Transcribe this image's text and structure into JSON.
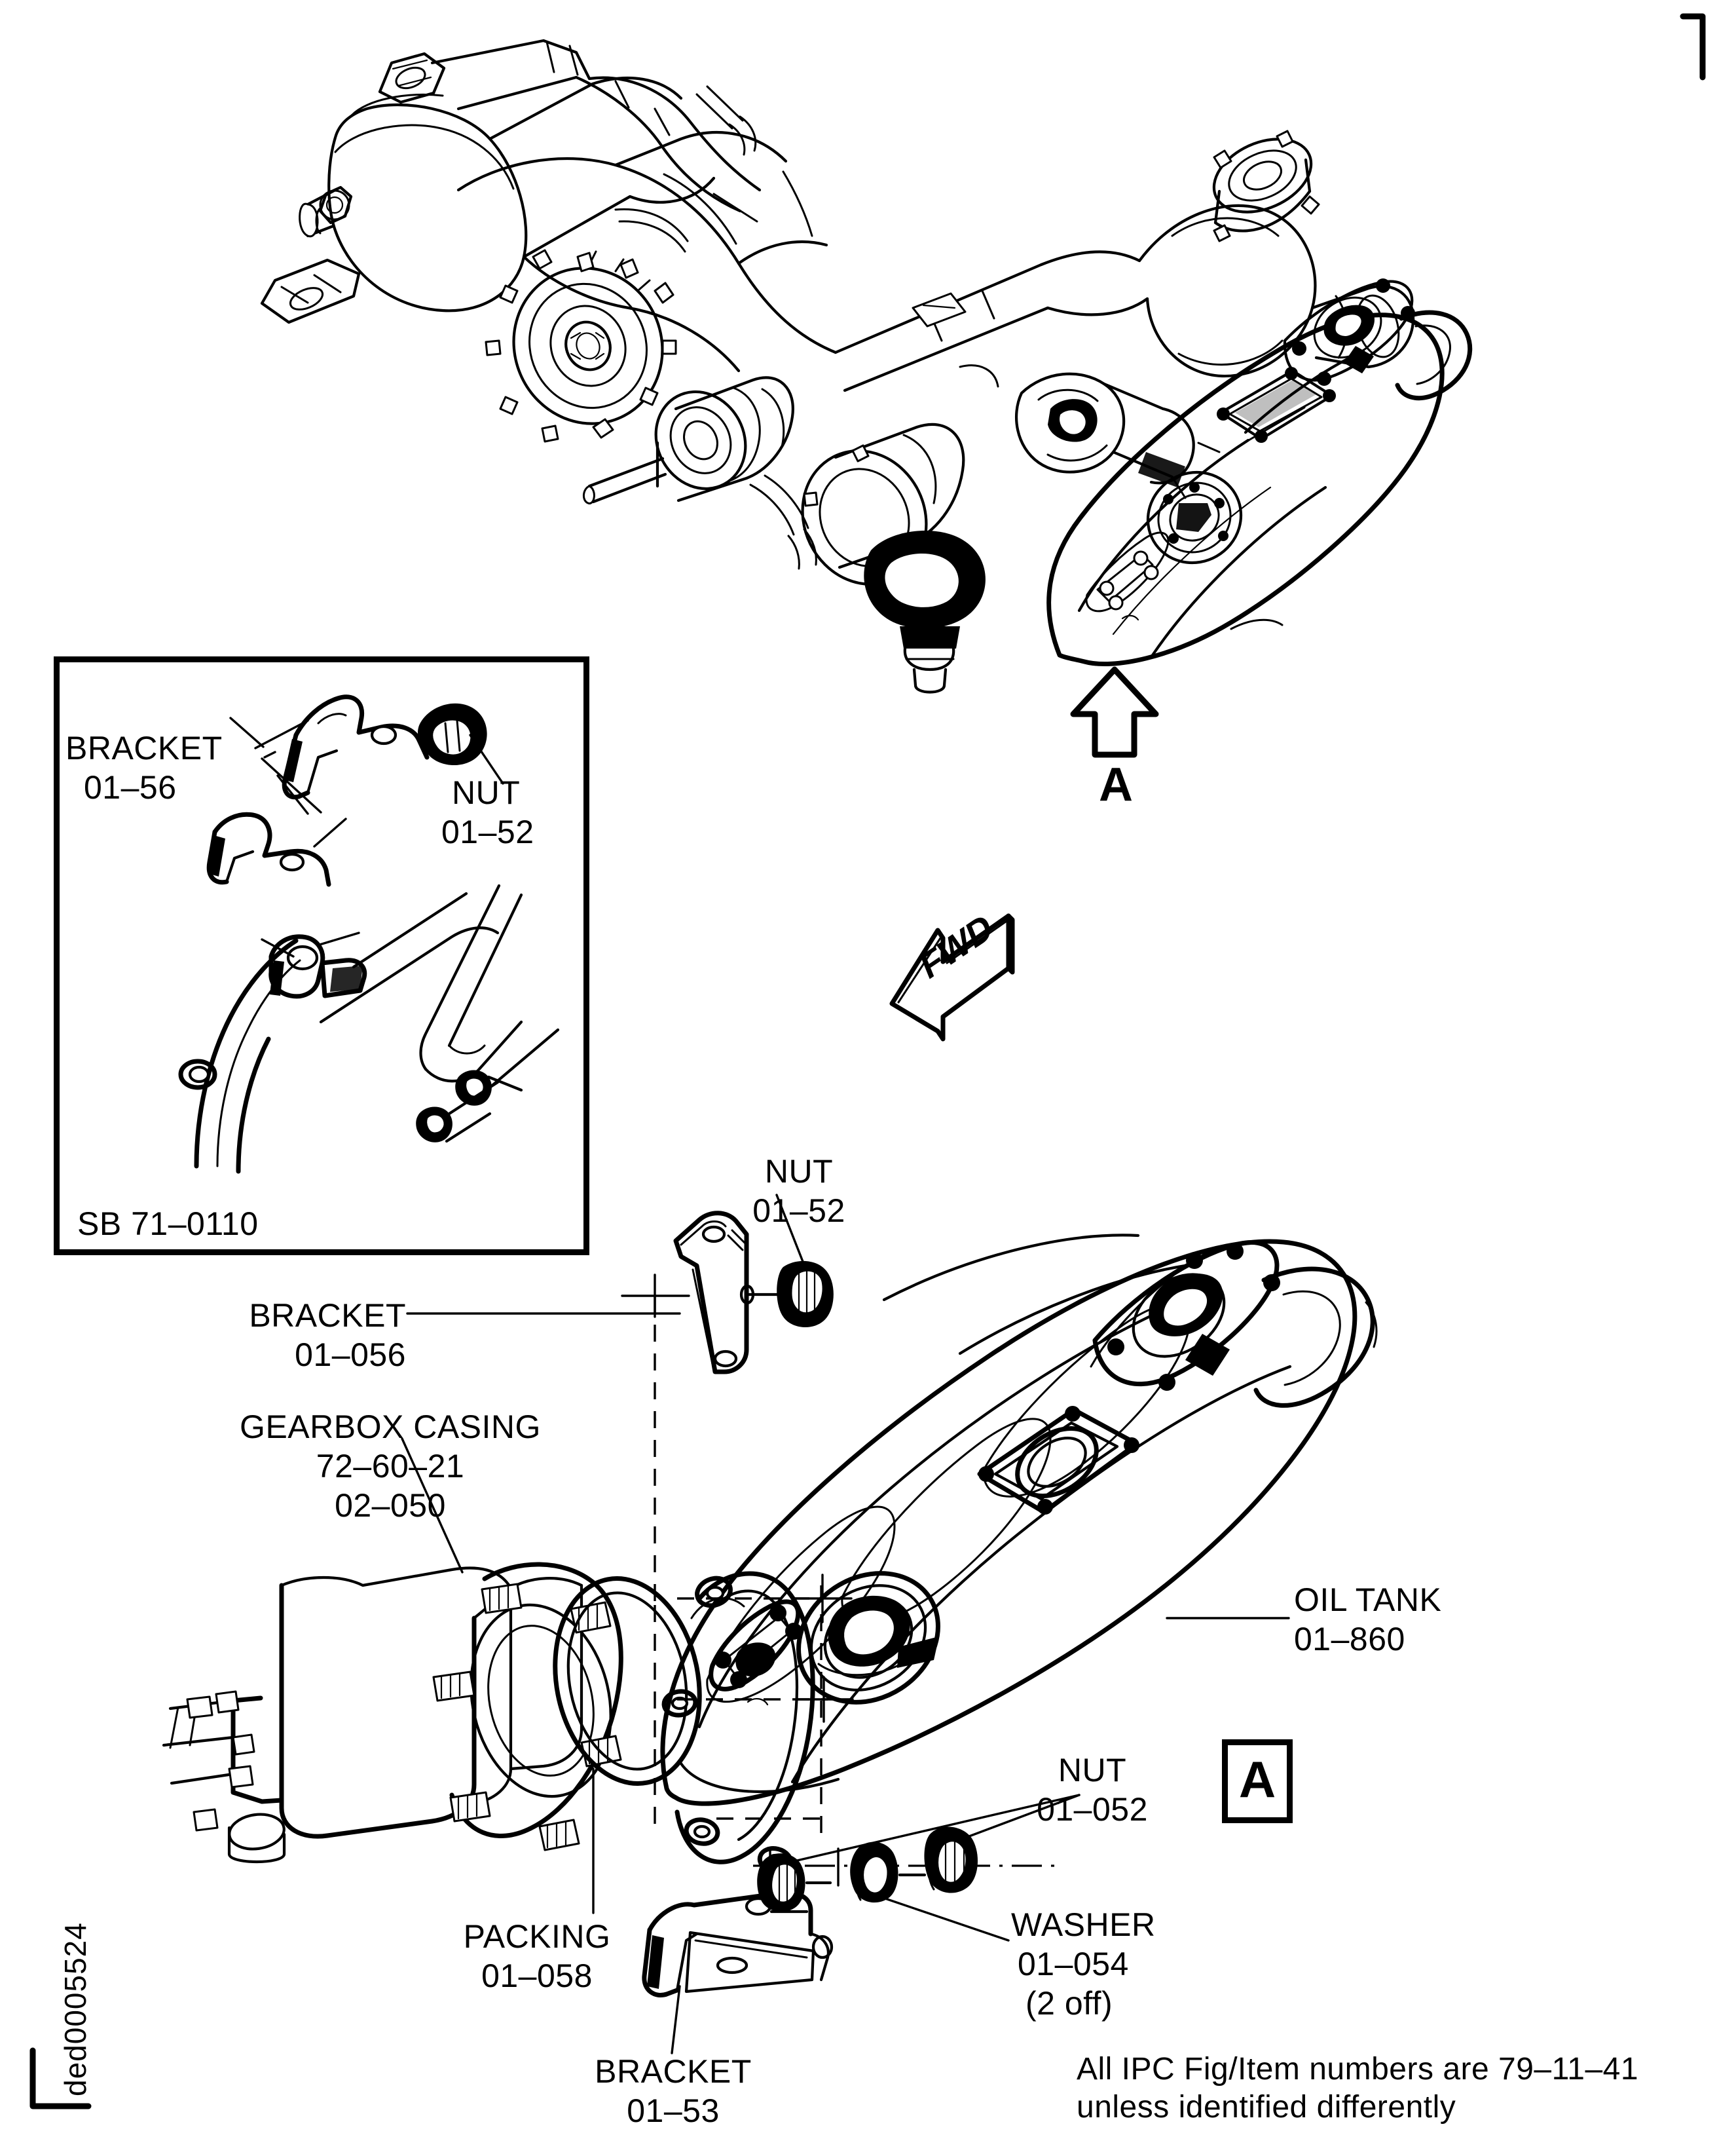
{
  "document": {
    "type": "aircraft-parts-illustrated-catalog-figure",
    "drawing_number": "ded0005524",
    "footer_note_line1": "All IPC Fig/Item numbers are 79–11–41",
    "footer_note_line2": "unless identified differently"
  },
  "view_markers": {
    "section_arrow_letter": "A",
    "section_box_letter": "A",
    "direction_arrow_label": "FWD"
  },
  "inset": {
    "reference": "SB 71–0110",
    "labels": [
      {
        "name": "BRACKET",
        "item": "01–56"
      },
      {
        "name": "NUT",
        "item": "01–52"
      }
    ]
  },
  "main_labels": [
    {
      "id": "nut-top",
      "name": "NUT",
      "item": "01–52",
      "extra": ""
    },
    {
      "id": "bracket-056",
      "name": "BRACKET",
      "item": "01–056",
      "extra": ""
    },
    {
      "id": "gearbox",
      "name": "GEARBOX CASING",
      "item": "72–60–21",
      "extra": "02–050"
    },
    {
      "id": "oil-tank",
      "name": "OIL TANK",
      "item": "01–860",
      "extra": ""
    },
    {
      "id": "nut-lower",
      "name": "NUT",
      "item": "01–052",
      "extra": ""
    },
    {
      "id": "washer",
      "name": "WASHER",
      "item": "01–054",
      "extra": "(2 off)"
    },
    {
      "id": "packing",
      "name": "PACKING",
      "item": "01–058",
      "extra": ""
    },
    {
      "id": "bracket-53",
      "name": "BRACKET",
      "item": "01–53",
      "extra": ""
    }
  ],
  "colors": {
    "ink": "#000000",
    "paper": "#ffffff"
  }
}
